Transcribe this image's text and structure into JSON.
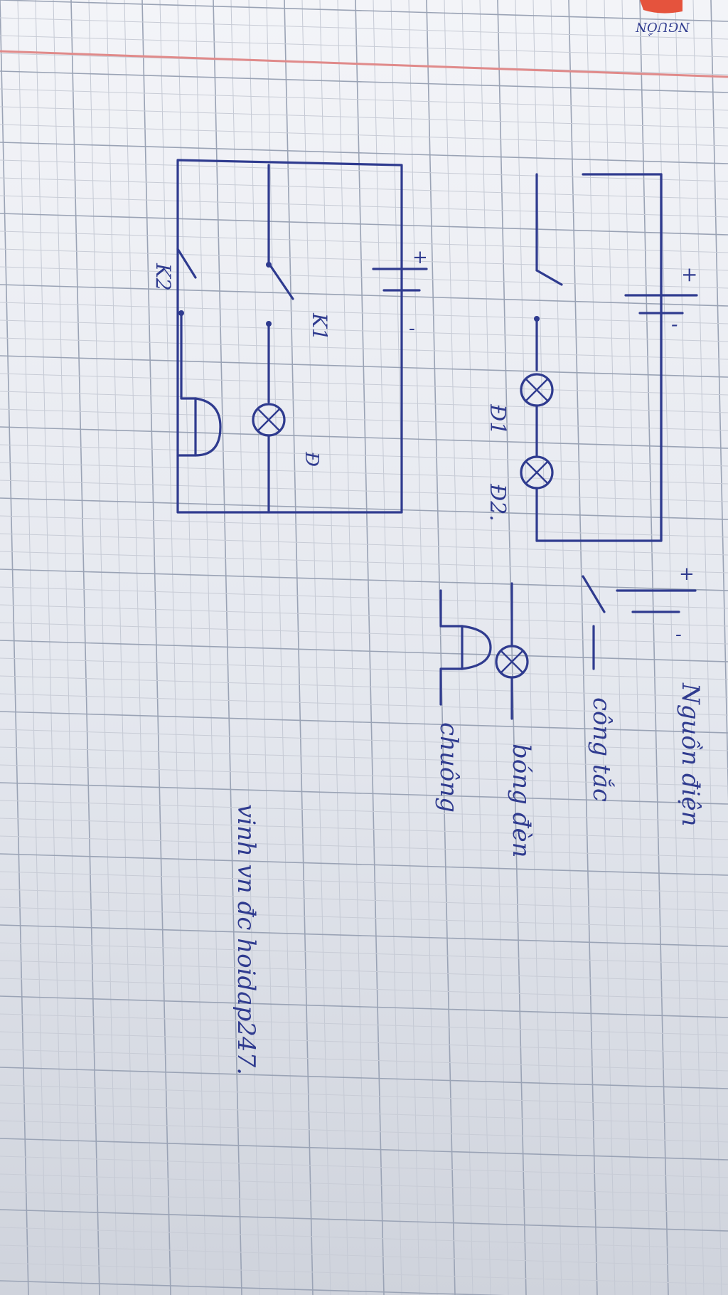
{
  "notebook": {
    "corner_logo_text": "NGUỒN",
    "corner_logo_color": "#e5533d",
    "ink_color": "#2f3b8f"
  },
  "legend": {
    "source_label": "Nguồn điện",
    "switch_label": "công tắc",
    "lamp_label": "bóng đèn",
    "bell_label": "chuông"
  },
  "circuit1": {
    "lamp1_label": "Đ1",
    "lamp2_label": "Đ2.",
    "plus": "+",
    "minus": "-"
  },
  "circuit2": {
    "switch1_label": "K1",
    "switch2_label": "K2",
    "lamp_label": "Đ",
    "plus": "+",
    "minus": "-"
  },
  "footer": {
    "signature": "vinh vn đc hoidap247."
  }
}
